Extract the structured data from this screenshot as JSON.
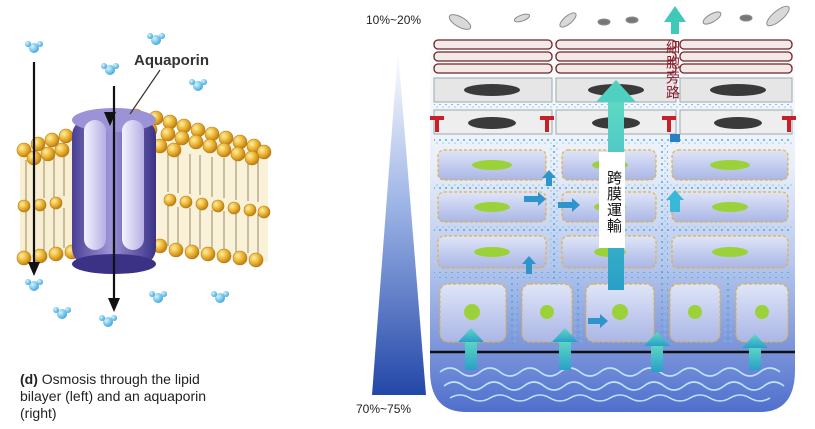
{
  "left_figure": {
    "aquaporin_label": "Aquaporin",
    "caption_prefix": "(d)",
    "caption_line1": "Osmosis through the lipid",
    "caption_line2": "bilayer (left) and an aquaporin",
    "caption_line3": "(right)"
  },
  "right_figure": {
    "top_percent": "10%~20%",
    "bottom_percent": "70%~75%",
    "transmembrane_label": "跨膜運輸",
    "paracellular_label": "細胞旁路"
  },
  "colors": {
    "lipid_head": "#e8a820",
    "aquaporin": "#7b72b8",
    "water_blue": "#4ab0e0",
    "arrow_teal": "#2aa8a0",
    "gradient_dark": "#2a4fb0",
    "cell_fill": "#b9c3ea",
    "nucleus_green": "#9bd23a",
    "skin_red": "#c8202a"
  }
}
